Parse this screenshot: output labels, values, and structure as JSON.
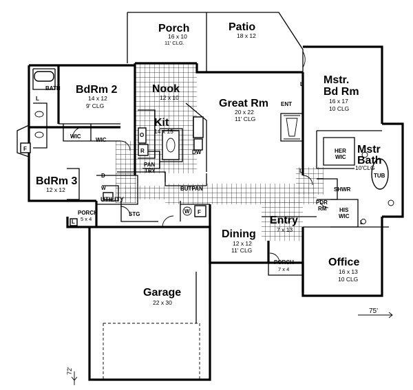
{
  "rooms": {
    "porch": {
      "name": "Porch",
      "size": "16 x 10",
      "ceiling": "11' CLG."
    },
    "patio": {
      "name": "Patio",
      "size": "18 x 12"
    },
    "bath": {
      "name": "BATH"
    },
    "bdrm2": {
      "name": "BdRm 2",
      "size": "14 x 12",
      "ceiling": "9' CLG"
    },
    "nook": {
      "name": "Nook",
      "size": "12 x 10"
    },
    "great": {
      "name": "Great Rm",
      "size": "20 x 22",
      "ceiling": "11' CLG"
    },
    "mstr": {
      "name1": "Mstr.",
      "name2": "Bd Rm",
      "size": "16 x 17",
      "ceiling": "10 CLG"
    },
    "kit": {
      "name": "Kit",
      "size": "14 x 15"
    },
    "mbath": {
      "name1": "Mstr",
      "name2": "Bath",
      "ceiling": "10'CLG"
    },
    "bdrm3": {
      "name": "BdRm 3",
      "size": "12 x 12"
    },
    "utility": {
      "name": "UTILITY"
    },
    "porch_small": {
      "name": "PORCH",
      "size": "5 x 4"
    },
    "dining": {
      "name": "Dining",
      "size": "12 x 12",
      "ceiling": "11' CLG"
    },
    "entry": {
      "name": "Entry",
      "size": "7 x 13"
    },
    "porch_front": {
      "name": "PORCH",
      "size": "7 x 4"
    },
    "office": {
      "name": "Office",
      "size": "16 x 13",
      "ceiling": "10 CLG"
    },
    "garage": {
      "name": "Garage",
      "size": "22 x 30"
    }
  },
  "fixtures": {
    "wic": "WIC",
    "wic2": "WIC",
    "her_wic1": "HER",
    "her_wic2": "WIC",
    "his_wic1": "HIS",
    "his_wic2": "WIC",
    "pantry1": "PAN",
    "pantry2": "TRY",
    "butpan": "BUTPAN",
    "ent": "ENT",
    "shwr": "SHWR",
    "pdr1": "PDR",
    "pdr2": "RM",
    "tub": "TUB",
    "stg": "STG",
    "dw": "DW",
    "o": "O",
    "r": "R",
    "f1": "F",
    "f2": "F",
    "w1": "W",
    "w2": "W",
    "d": "D",
    "l1": "L",
    "l2": "L",
    "l3": "L",
    "l4": "L",
    "l5": "L"
  },
  "dimensions": {
    "width": "75'",
    "depth": "72'"
  }
}
